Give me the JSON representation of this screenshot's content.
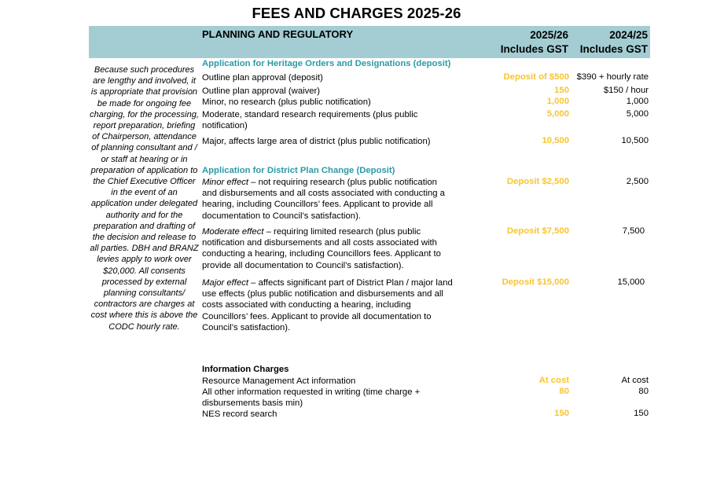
{
  "page_title": "FEES AND CHARGES 2025-26",
  "header": {
    "section": "PLANNING AND REGULATORY",
    "col1_line1": "2025/26",
    "col1_line2": "Includes GST",
    "col2_line1": "2024/25",
    "col2_line2": "Includes GST"
  },
  "side_note": "Because such procedures are lengthy and involved, it is appropriate that provision be made for ongoing fee charging, for the processing, report preparation, briefing of Chairperson, attendance of planning consultant and / or staff at hearing or in preparation of application to the Chief Executive Officer in the event of an application under delegated authority and for the preparation and drafting of the decision and release to all parties. DBH and BRANZ levies apply to work over $20,000. All consents processed by external planning consultants/ contractors are charges at cost where this is above the CODC hourly rate.",
  "heritage": {
    "heading": "Application for Heritage Orders and Designations (deposit)",
    "rows": [
      {
        "desc": "Outline plan approval (deposit)",
        "fee_2526": "Deposit of $500",
        "fee_2425": "$390 + hourly rate"
      },
      {
        "desc": "Outline plan approval (waiver)",
        "fee_2526": "150",
        "fee_2425": "$150 / hour"
      },
      {
        "desc": "Minor, no research (plus public notification)",
        "fee_2526": "1,000",
        "fee_2425": "1,000"
      },
      {
        "desc": "Moderate, standard research requirements (plus public notification)",
        "fee_2526": "5,000",
        "fee_2425": "5,000"
      },
      {
        "desc": "Major, affects large area of district (plus public notification)",
        "fee_2526": "10,500",
        "fee_2425": "10,500"
      }
    ]
  },
  "plan_change": {
    "heading": "Application for District Plan Change (Deposit)",
    "rows": [
      {
        "label": "Minor effect",
        "desc": " – not requiring research (plus public notification and disbursements and all costs associated with conducting a hearing, including Councillors’ fees.  Applicant to provide all documentation to Council’s satisfaction).",
        "fee_2526": "Deposit $2,500",
        "fee_2425": "2,500"
      },
      {
        "label": "Moderate effect",
        "desc": " – requiring limited research (plus public notification and disbursements and all costs associated with conducting a hearing, including Councillors fees.  Applicant to provide all documentation to Council’s satisfaction).",
        "fee_2526": "Deposit $7,500",
        "fee_2425": "7,500"
      },
      {
        "label": "Major effect",
        "desc": " – affects significant part of District Plan / major land use effects (plus public notification and disbursements and all costs associated with conducting a hearing, including Councillors’ fees.  Applicant to provide all documentation to Council’s satisfaction).",
        "fee_2526": "Deposit $15,000",
        "fee_2425": "15,000"
      }
    ]
  },
  "information": {
    "heading": "Information Charges",
    "rows": [
      {
        "desc": "Resource Management Act information",
        "fee_2526": "At cost",
        "fee_2425": "At cost"
      },
      {
        "desc": "All other information requested in writing (time charge + disbursements basis min)",
        "fee_2526": "80",
        "fee_2425": "80"
      },
      {
        "desc": "NES record search",
        "fee_2526": "150",
        "fee_2425": "150"
      }
    ]
  },
  "colors": {
    "header_bg": "#a3cdd3",
    "heading_teal": "#2a9aa6",
    "current_fee": "#f7c531"
  }
}
